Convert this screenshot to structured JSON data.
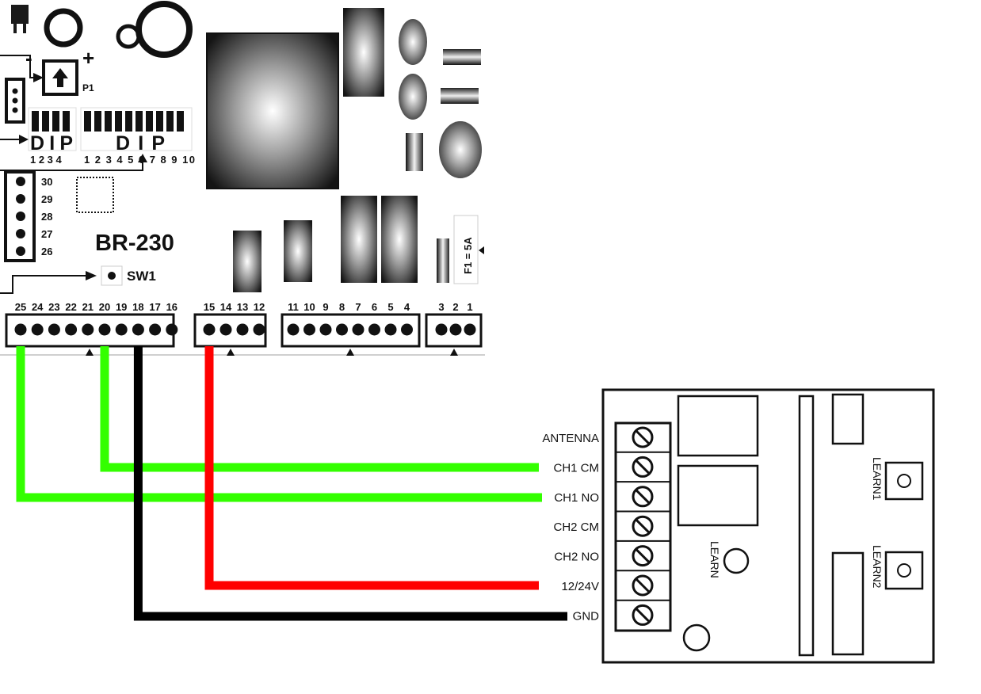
{
  "board": {
    "model": "BR-230",
    "p1_label": "P1",
    "minus": "-",
    "plus": "+",
    "dip_small": {
      "title": "DIP",
      "numbers": "1 2 3 4"
    },
    "dip_large": {
      "title": "DIP",
      "numbers": "1 2 3 4 5 6 7 8 9 10"
    },
    "side_terminals": [
      "30",
      "29",
      "28",
      "27",
      "26"
    ],
    "sw1_label": "SW1",
    "fuse_label": "F1 = 5A",
    "terminal_groups": [
      {
        "numbers": [
          "25",
          "24",
          "23",
          "22",
          "21",
          "20",
          "19",
          "18",
          "17",
          "16"
        ]
      },
      {
        "numbers": [
          "15",
          "14",
          "13",
          "12"
        ]
      },
      {
        "numbers": [
          "11",
          "10",
          "9",
          "8",
          "7",
          "6",
          "5",
          "4"
        ]
      },
      {
        "numbers": [
          "3",
          "2",
          "1"
        ]
      }
    ]
  },
  "receiver": {
    "terminal_labels": [
      "ANTENNA",
      "CH1 CM",
      "CH1 NO",
      "CH2 CM",
      "CH2 NO",
      "12/24V",
      "GND"
    ],
    "learn_label": "LEARN",
    "learn1_label": "LEARN1",
    "learn2_label": "LEARN2"
  },
  "wires": [
    {
      "from": "20",
      "to": "CH1 CM",
      "color": "#33ff00"
    },
    {
      "from": "25",
      "to": "CH1 NO",
      "color": "#33ff00"
    },
    {
      "from": "15",
      "to": "12/24V",
      "color": "#ff0000"
    },
    {
      "from": "18",
      "to": "GND",
      "color": "#000000"
    }
  ],
  "colors": {
    "wire_green": "#33ff00",
    "wire_red": "#ff0000",
    "wire_black": "#000000",
    "outline": "#000000"
  }
}
